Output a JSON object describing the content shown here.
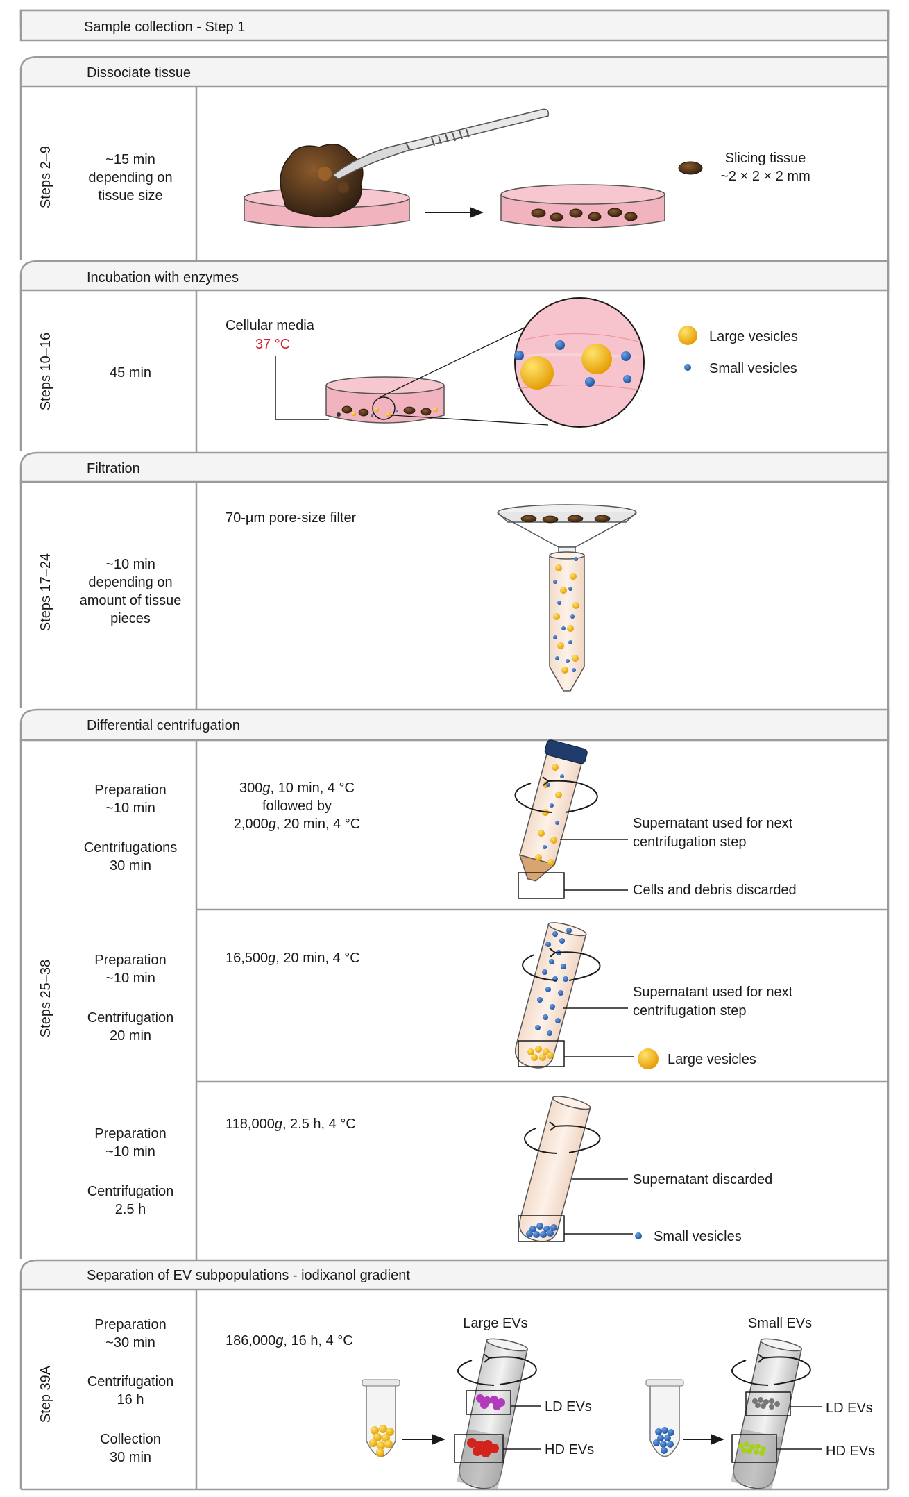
{
  "sections": {
    "sample": {
      "title": "Sample collection - Step 1"
    },
    "dissociate": {
      "title": "Dissociate tissue",
      "step": "Steps 2–9",
      "time": [
        "~15 min",
        "depending on",
        "tissue size"
      ],
      "slicing_label": [
        "Slicing tissue",
        "~2 × 2 × 2 mm"
      ]
    },
    "incubation": {
      "title": "Incubation with enzymes",
      "step": "Steps 10–16",
      "time": "45 min",
      "media_label": "Cellular media",
      "temperature": "37 °C",
      "legend_large": "Large vesicles",
      "legend_small": "Small vesicles"
    },
    "filtration": {
      "title": "Filtration",
      "step": "Steps 17–24",
      "time": [
        "~10 min",
        "depending on",
        "amount of tissue",
        "pieces"
      ],
      "filter_label": "70-μm pore-size filter"
    },
    "centrifugation": {
      "title": "Differential centrifugation",
      "step": "Steps 25–38",
      "rows": [
        {
          "prep": [
            "Preparation",
            "~10 min"
          ],
          "cent": [
            "Centrifugations",
            "30 min"
          ],
          "cond_g1": "300",
          "cond_r1": ", 10 min, 4 °C",
          "cond_line2": "followed by",
          "cond_g2": "2,000",
          "cond_r2": ", 20 min, 4 °C",
          "label_top": [
            "Supernatant used for next",
            "centrifugation step"
          ],
          "label_bottom": "Cells and debris discarded"
        },
        {
          "prep": [
            "Preparation",
            "~10 min"
          ],
          "cent": [
            "Centrifugation",
            "20 min"
          ],
          "cond_g1": "16,500",
          "cond_r1": ", 20 min, 4 °C",
          "label_top": [
            "Supernatant used for next",
            "centrifugation step"
          ],
          "label_bottom": "Large vesicles"
        },
        {
          "prep": [
            "Preparation",
            "~10 min"
          ],
          "cent": [
            "Centrifugation",
            "2.5 h"
          ],
          "cond_g1": "118,000",
          "cond_r1": ", 2.5 h, 4 °C",
          "label_top": "Supernatant discarded",
          "label_bottom": "Small vesicles"
        }
      ]
    },
    "separation": {
      "title": "Separation of EV subpopulations - iodixanol gradient",
      "step": "Step 39A",
      "times": [
        [
          "Preparation",
          "~30 min"
        ],
        [
          "Centrifugation",
          "16 h"
        ],
        [
          "Collection",
          "30 min"
        ]
      ],
      "cond_g1": "186,000",
      "cond_r1": ", 16 h, 4 °C",
      "large_title": "Large EVs",
      "small_title": "Small EVs",
      "ld_label": "LD EVs",
      "hd_label": "HD EVs"
    },
    "g_symbol": "g"
  },
  "colors": {
    "media_pink": "#f1b3bd",
    "yellow_vesicle": "#f5b400",
    "blue_vesicle": "#2e67b5",
    "purple_ev": "#b23bbd",
    "red_ev": "#d2231d",
    "gray_ev": "#777777",
    "green_ev": "#a8cf1c",
    "temperature_red": "#d3202a"
  }
}
